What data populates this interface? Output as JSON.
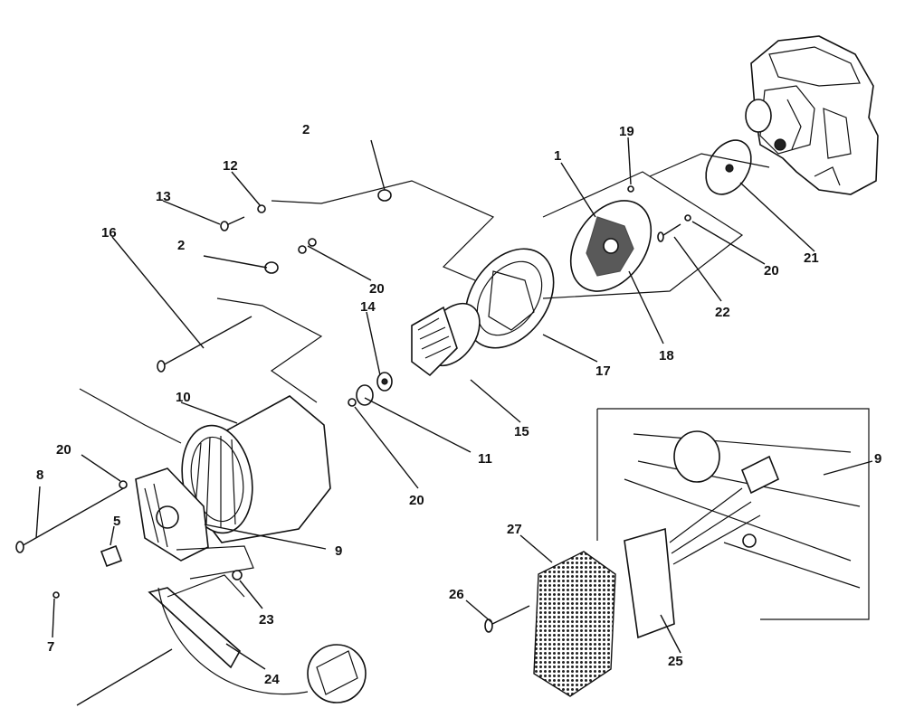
{
  "callouts": {
    "c1": "1",
    "c2a": "2",
    "c2b": "2",
    "c5": "5",
    "c7": "7",
    "c8": "8",
    "c9a": "9",
    "c9b": "9",
    "c10": "10",
    "c11": "11",
    "c12": "12",
    "c13": "13",
    "c14": "14",
    "c15": "15",
    "c16": "16",
    "c17": "17",
    "c18": "18",
    "c19": "19",
    "c20a": "20",
    "c20b": "20",
    "c20c": "20",
    "c20d": "20",
    "c21": "21",
    "c22": "22",
    "c23": "23",
    "c24": "24",
    "c25": "25",
    "c26": "26",
    "c27": "27"
  },
  "colors": {
    "ink": "#111111",
    "paper": "#ffffff"
  }
}
